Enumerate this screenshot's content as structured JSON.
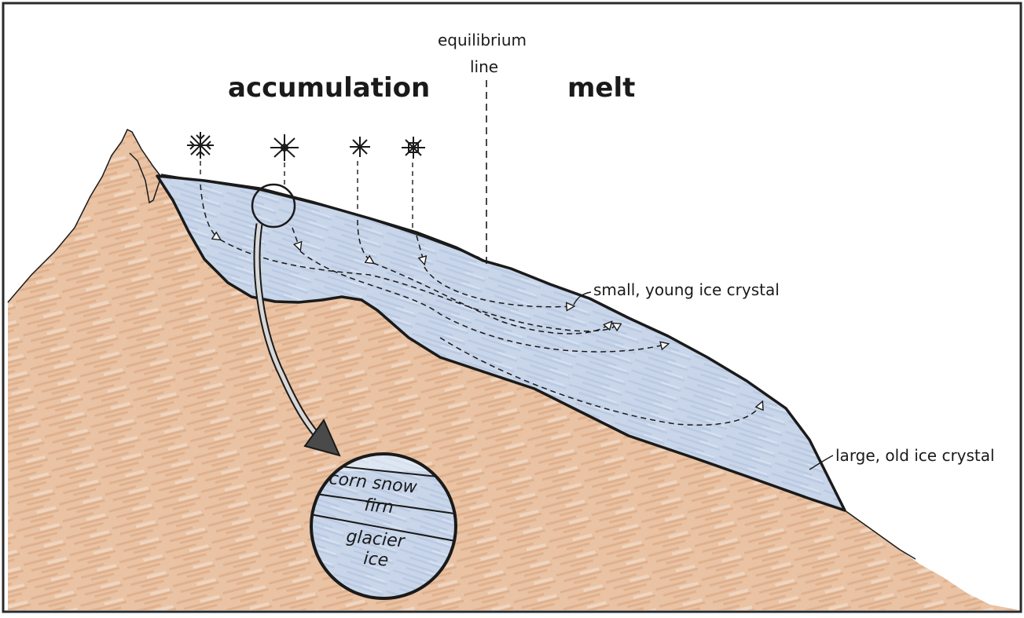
{
  "labels": {
    "accumulation": "accumulation",
    "melt": "melt",
    "equilibrium_line_1": "equilibrium",
    "equilibrium_line_2": "line",
    "small_crystal": "small, young ice crystal",
    "large_crystal": "large, old ice crystal"
  },
  "zoom_layers": {
    "corn_snow": "corn snow",
    "firn": "firn",
    "glacier_ice_1": "glacier",
    "glacier_ice_2": "ice"
  },
  "colors": {
    "rock": "#e9c3a4",
    "rock_streak": "#d9a27c",
    "ice": "#c9d6ea",
    "ice_streak": "#b3c4df",
    "outline": "#1a1a1a",
    "frame": "#2a2a2a"
  },
  "icons": [
    "snowflake-icon",
    "snowflake-icon",
    "snowflake-icon",
    "snowflake-icon"
  ]
}
